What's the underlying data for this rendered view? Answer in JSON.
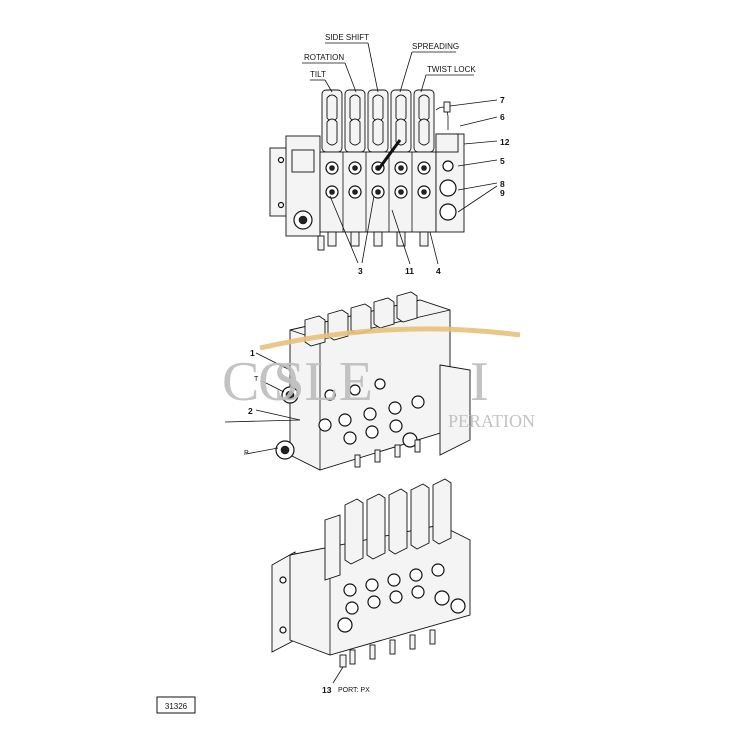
{
  "top_view": {
    "labels": {
      "side_shift": "SIDE SHIFT",
      "rotation": "ROTATION",
      "spreading": "SPREADING",
      "tilt": "TILT",
      "twist_lock": "TWIST LOCK"
    },
    "callouts": {
      "n7": "7",
      "n6": "6",
      "n12": "12",
      "n5": "5",
      "n8": "8",
      "n9": "9",
      "n3": "3",
      "n11": "11",
      "n4": "4"
    }
  },
  "middle_view": {
    "callouts": {
      "n1": "1",
      "t": "T",
      "n2": "2",
      "p": "P"
    }
  },
  "bottom_view": {
    "callout_num": "13",
    "callout_text": "PORT: PX"
  },
  "watermark": {
    "brand": "C   SLE",
    "brand_o": "O",
    "brand_i": "I",
    "subtitle": "PERATION"
  },
  "figure_id": "31326"
}
